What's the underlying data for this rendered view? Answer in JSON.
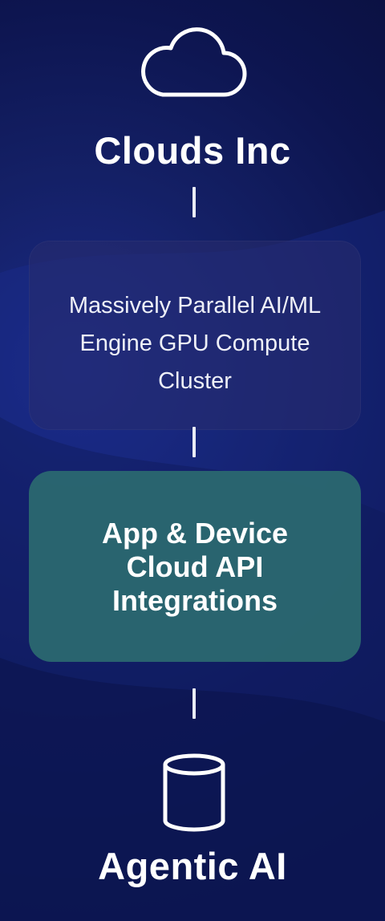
{
  "diagram": {
    "top_node": {
      "icon": "cloud-icon",
      "title": "Clouds Inc"
    },
    "compute_box": {
      "lines": [
        "Massively Parallel AI/ML",
        "Engine GPU Compute",
        "Cluster"
      ]
    },
    "api_box": {
      "lines": [
        "App & Device",
        "Cloud API",
        "Integrations"
      ],
      "color": "#2b6a70"
    },
    "bottom_node": {
      "icon": "database-icon",
      "title": "Agentic AI"
    }
  }
}
